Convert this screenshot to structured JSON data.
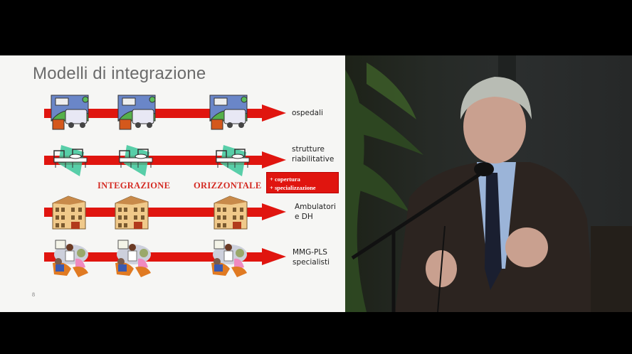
{
  "slide": {
    "title": "Modelli di integrazione",
    "rows": [
      {
        "label_lines": [
          "ospedali"
        ],
        "icon": "hospital-ambulance-icon"
      },
      {
        "label_lines": [
          "strutture",
          "riabilitative"
        ],
        "icon": "hospital-bed-icon"
      },
      {
        "label_lines": [
          "Ambulatori",
          "e DH"
        ],
        "icon": "clinic-building-icon"
      },
      {
        "label_lines": [
          "MMG-PLS",
          "specialisti"
        ],
        "icon": "doctor-consultation-icon"
      }
    ],
    "middle_label_left": "INTEGRAZIONE",
    "middle_label_right": "ORIZZONTALE",
    "callout": [
      "+ copertura",
      "+ specializzazione"
    ],
    "page_number": "8",
    "colors": {
      "arrow": "#e0150f",
      "title": "#6b6b6b",
      "accent_text": "#d42a22"
    }
  },
  "video": {
    "speaker_panel": "speaker-video"
  }
}
